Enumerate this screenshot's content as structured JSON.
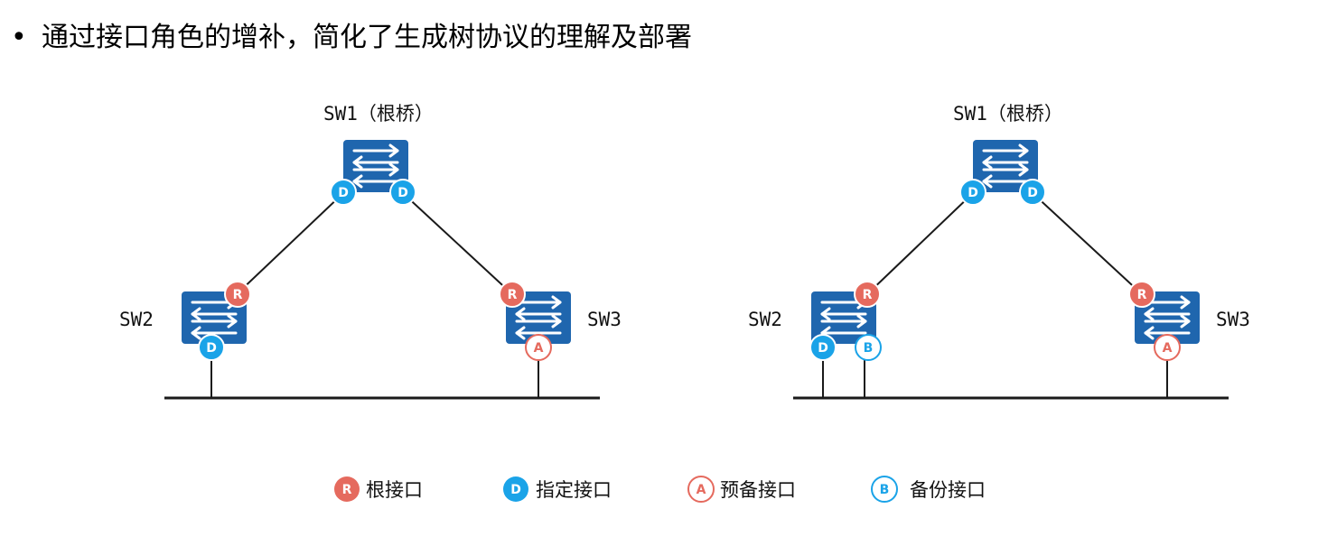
{
  "heading": {
    "bullet": "•",
    "text": "通过接口角色的增补，简化了生成树协议的理解及部署"
  },
  "colors": {
    "switch_fill": "#1f66ae",
    "root_port": "#e56a5e",
    "designated_port": "#1aa3e8",
    "line": "#1a1a1a"
  },
  "diagrams": [
    {
      "sw1_label": "SW1（根桥）",
      "sw2_label": "SW2",
      "sw3_label": "SW3",
      "ports": {
        "sw1_left": "D",
        "sw1_right": "D",
        "sw2_up": "R",
        "sw2_down": "D",
        "sw3_up": "R",
        "sw3_down": "A"
      }
    },
    {
      "sw1_label": "SW1（根桥）",
      "sw2_label": "SW2",
      "sw3_label": "SW3",
      "ports": {
        "sw1_left": "D",
        "sw1_right": "D",
        "sw2_up": "R",
        "sw2_down": "D",
        "sw2_down2": "B",
        "sw3_up": "R",
        "sw3_down": "A"
      }
    }
  ],
  "legend": [
    {
      "letter": "R",
      "label": "根接口",
      "style": "filled-red"
    },
    {
      "letter": "D",
      "label": "指定接口",
      "style": "filled-blue"
    },
    {
      "letter": "A",
      "label": "预备接口",
      "style": "outline-red"
    },
    {
      "letter": "B",
      "label": "备份接口",
      "style": "outline-blue"
    }
  ]
}
